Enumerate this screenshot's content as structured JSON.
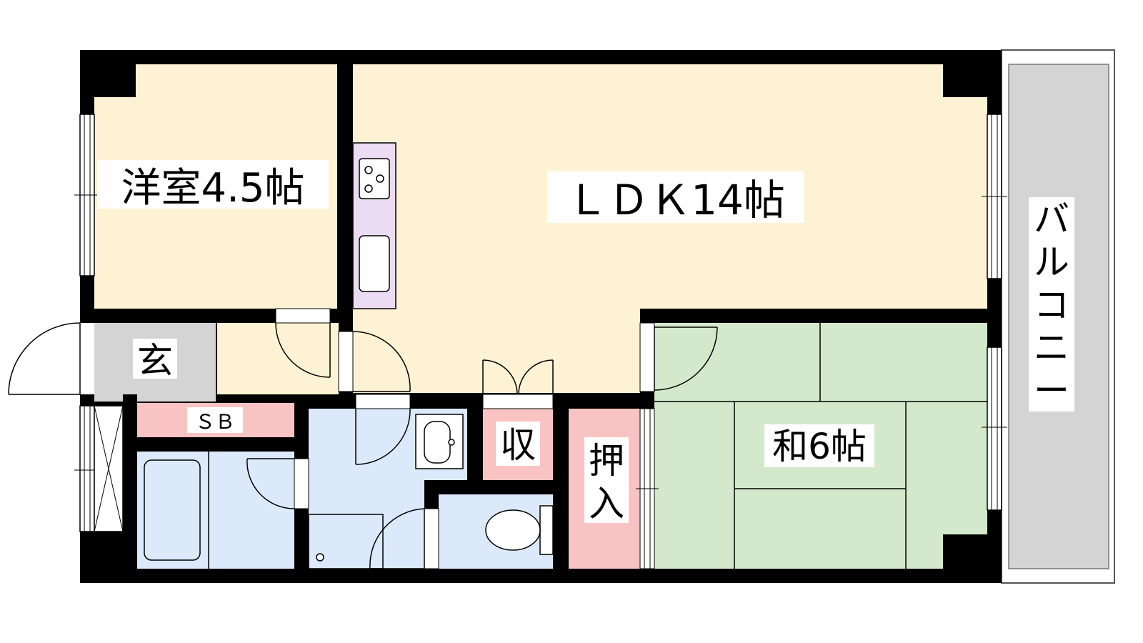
{
  "rooms": {
    "western": "洋室4.5帖",
    "ldk": "ＬＤＫ14帖",
    "japanese": "和6帖",
    "entrance": "玄",
    "shoe_box": "ＳＢ",
    "storage": "収",
    "closet_top": "押",
    "closet_bottom": "入",
    "balcony": [
      "バ",
      "ル",
      "コ",
      "ニ",
      "ー"
    ]
  },
  "colors": {
    "wall": "#000000",
    "western_floor": "#fdf2d3",
    "ldk_floor": "#fdf2d3",
    "tatami": "#d4e9cc",
    "entrance_floor": "#d4d4d4",
    "storage": "#f9c3c3",
    "wet_area": "#dce9fb",
    "kitchen": "#ebdcf3",
    "balcony": "#d4d4d4"
  }
}
